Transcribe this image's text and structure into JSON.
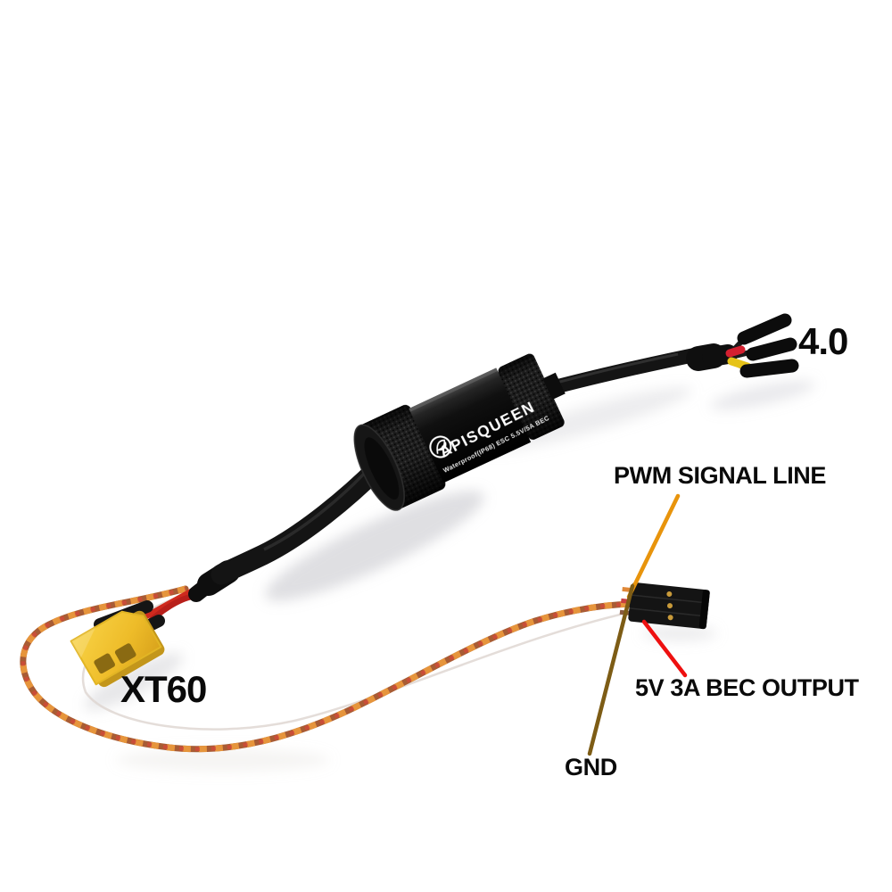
{
  "scene": {
    "background": "#ffffff",
    "subject": "APISQUEEN waterproof ESC cable assembly with wiring annotations"
  },
  "device": {
    "brand": "APISQUEEN",
    "spec_line": "Waterproof(IP68) ESC  5.5V/5A BEC"
  },
  "annotations": {
    "bullet_size": {
      "label": "4.0"
    },
    "xt60": {
      "label": "XT60"
    },
    "pwm": {
      "label": "PWM SIGNAL LINE",
      "line_color": "#E8940C"
    },
    "bec": {
      "label": "5V 3A BEC OUTPUT",
      "line_color": "#EE1010"
    },
    "gnd": {
      "label": "GND",
      "line_color": "#7D5C15"
    }
  },
  "palette": {
    "device_black": "#121212",
    "xt60_yellow": "#EFC02C",
    "wire_red": "#CF2A1E",
    "wire_orange": "#E6953C",
    "wire_brown": "#A85C34",
    "bullet_stub_red": "#D42030",
    "bullet_stub_yellow": "#E6C318",
    "label_text": "#0A0A0A"
  }
}
